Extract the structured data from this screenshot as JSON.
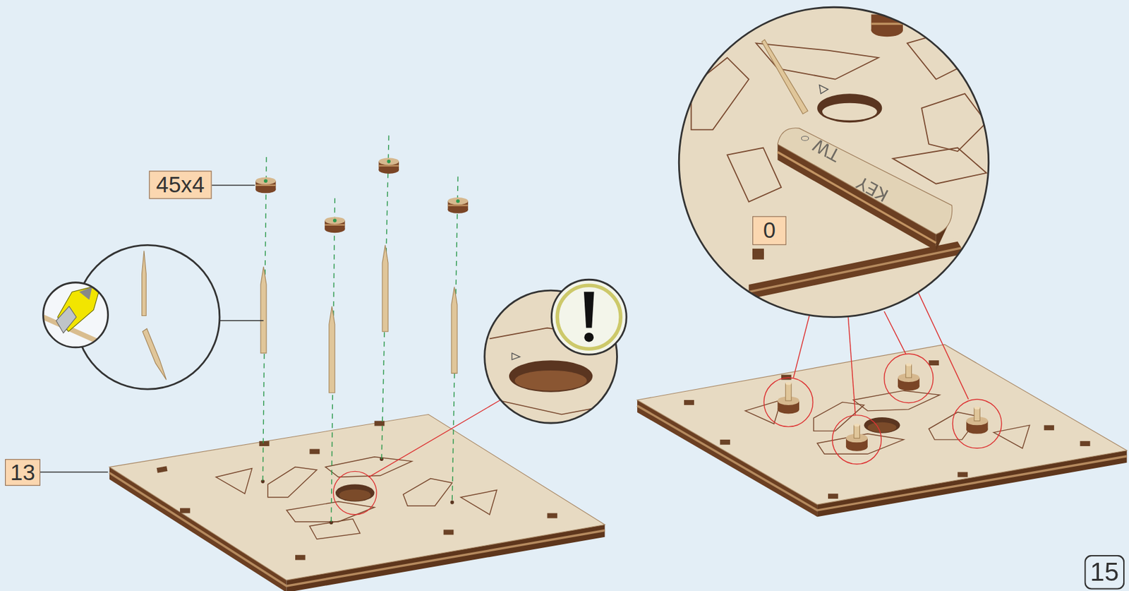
{
  "diagram": {
    "nodes": [
      {
        "text": [
          "45x4"
        ]
      },
      {
        "text": [
          "0"
        ]
      },
      {
        "text": [
          "13"
        ]
      },
      {
        "text": [
          "15"
        ]
      }
    ],
    "labels": [
      "KEY",
      "TW"
    ]
  }
}
